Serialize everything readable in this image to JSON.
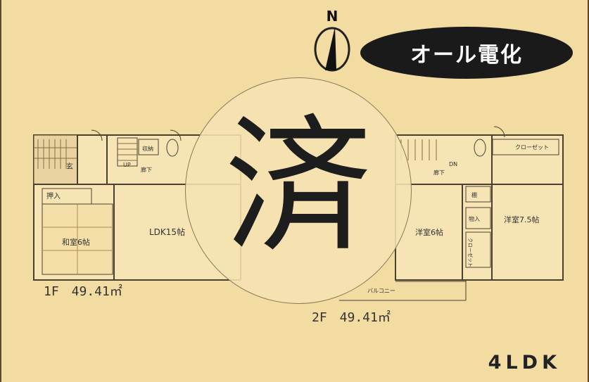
{
  "compass": {
    "letter": "N"
  },
  "badge": {
    "text": "オール電化"
  },
  "stamp": {
    "text": "済"
  },
  "floor1": {
    "area_label": "1F　49.41㎡",
    "rooms": {
      "oshiire": "押入",
      "washitsu": "和室6帖",
      "ldk": "LDK15帖",
      "up": "UP",
      "corridor": "廊下",
      "genkan": "玄",
      "storage": "収納"
    }
  },
  "floor2": {
    "area_label": "2F　49.41㎡",
    "rooms": {
      "youshitsu": "洋室6帖",
      "shinshitsu": "洋室7.5帖",
      "closet_top": "クローゼット",
      "closet_side": "クローゼット",
      "corridor": "廊下",
      "dn": "DN",
      "storage": "物入",
      "balcony": "バルコニー",
      "tana": "棚"
    }
  },
  "layout_type": "4LDK"
}
